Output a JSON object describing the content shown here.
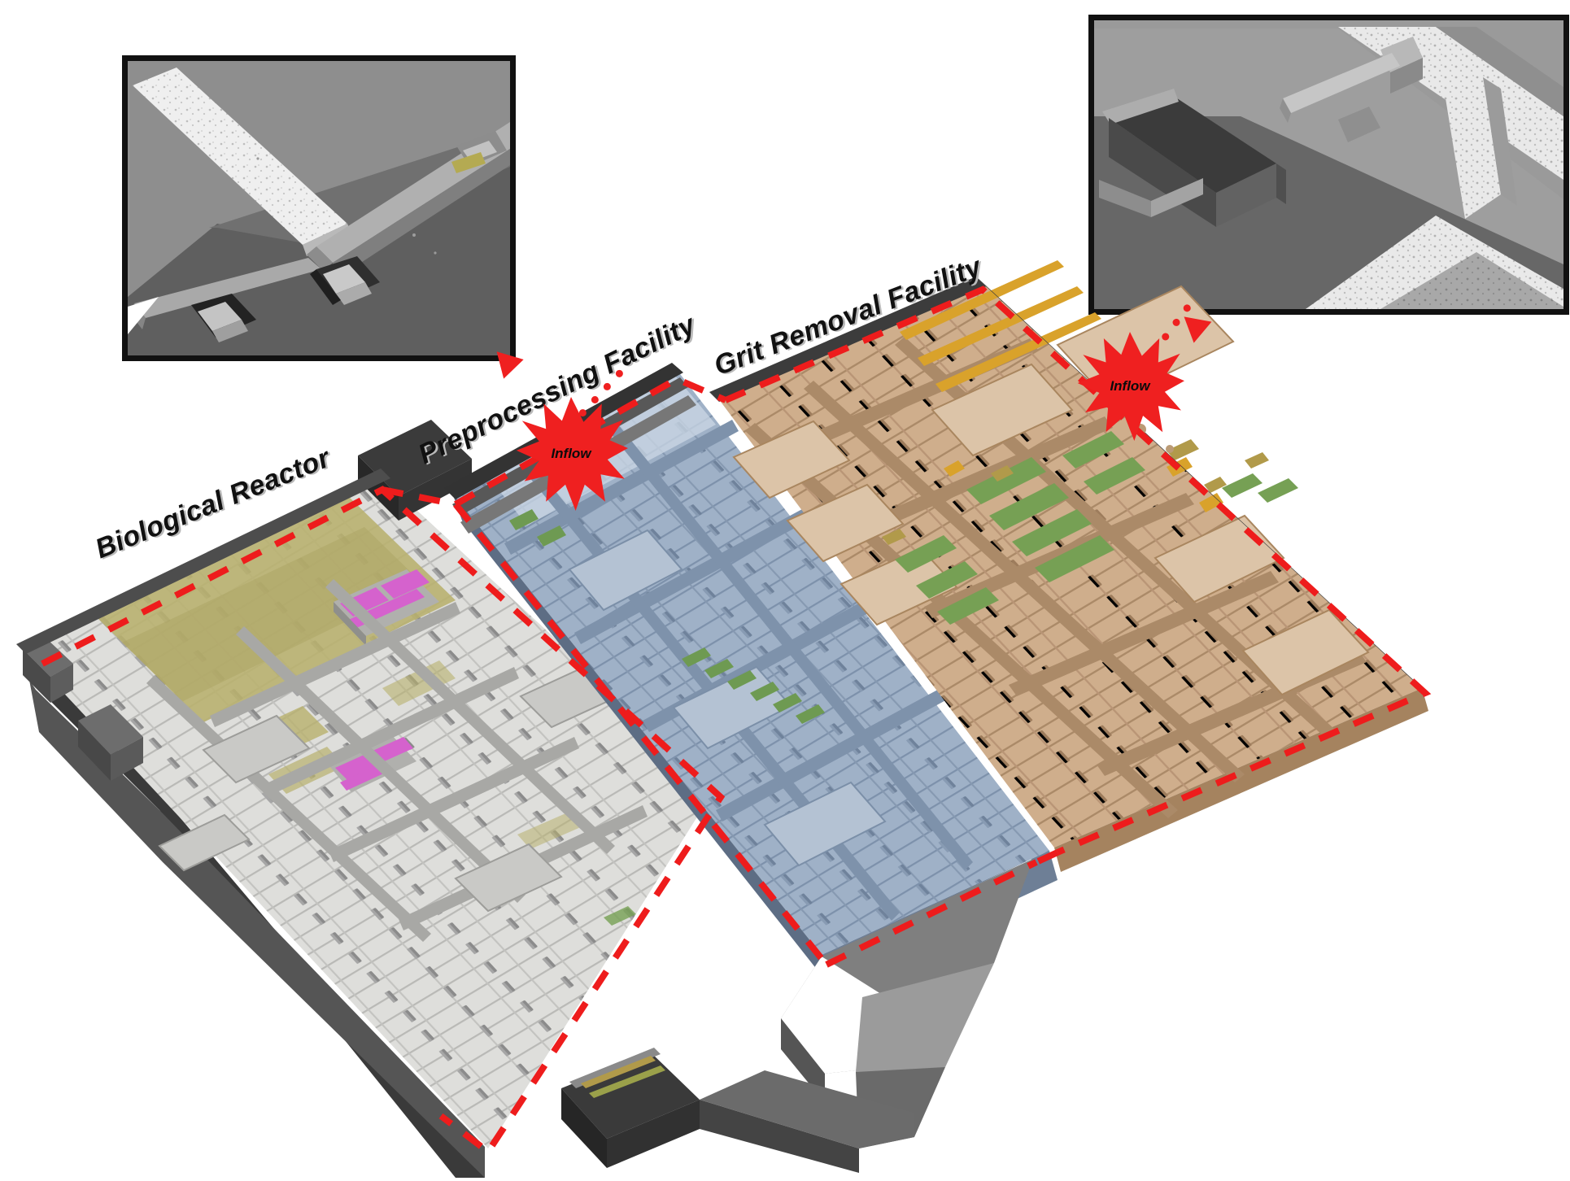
{
  "figure": {
    "type": "isometric-3d-architectural-diagram",
    "subject": "Wastewater treatment plant structural model with three delineated facility zones",
    "background_color": "#ffffff",
    "boundary_style": "red dashed outline",
    "boundary_color": "#ee1c1c"
  },
  "facility_labels": [
    {
      "id": "biological-reactor",
      "text": "Biological Reactor",
      "rotation_deg": -22,
      "fill_color": "#d9d9d4",
      "accent_color": "#b7b06a"
    },
    {
      "id": "preprocessing-facility",
      "text": "Preprocessing Facility",
      "rotation_deg": -26,
      "fill_color": "#9fb0c6",
      "accent_color": "#7f93ad"
    },
    {
      "id": "grit-removal-facility",
      "text": "Grit Removal Facility",
      "rotation_deg": -21,
      "fill_color": "#cfae8c",
      "accent_color": "#7ba05b"
    }
  ],
  "markers": [
    {
      "id": "inflow-preprocessing",
      "label": "Inflow",
      "color": "#ef2020",
      "points_to": "inset-left"
    },
    {
      "id": "inflow-grit",
      "label": "Inflow",
      "color": "#ef2020",
      "points_to": "inset-right"
    }
  ],
  "insets": [
    {
      "id": "inset-left",
      "caption": "",
      "description": "Grayscale isometric close-up of inflow channel junction with baffle blocks",
      "border_color": "#111111",
      "base_color": "#8e8e8e",
      "dark_color": "#4f4f4f",
      "light_color": "#efefef"
    },
    {
      "id": "inset-right",
      "caption": "",
      "description": "Grayscale isometric close-up of inflow chamber and speckled concrete walkways",
      "border_color": "#111111",
      "base_color": "#9a9a9a",
      "dark_color": "#3d3d3d",
      "light_color": "#e8e8e8"
    }
  ],
  "model_colors": {
    "slab_gray": "#dcdcda",
    "slab_gray_dark": "#b5b5b2",
    "olive": "#b8b06d",
    "magenta": "#d562cd",
    "blue_zone": "#9dafc6",
    "blue_zone_dark": "#7e92ab",
    "tan_zone": "#cfae8c",
    "tan_zone_dark": "#ab8a68",
    "green_equipment": "#76a054",
    "amber_equipment": "#d9a22b",
    "column_gray": "#8a8a8a",
    "edge_dark": "#2c2c2c",
    "shadow": "#6f6f6f"
  }
}
